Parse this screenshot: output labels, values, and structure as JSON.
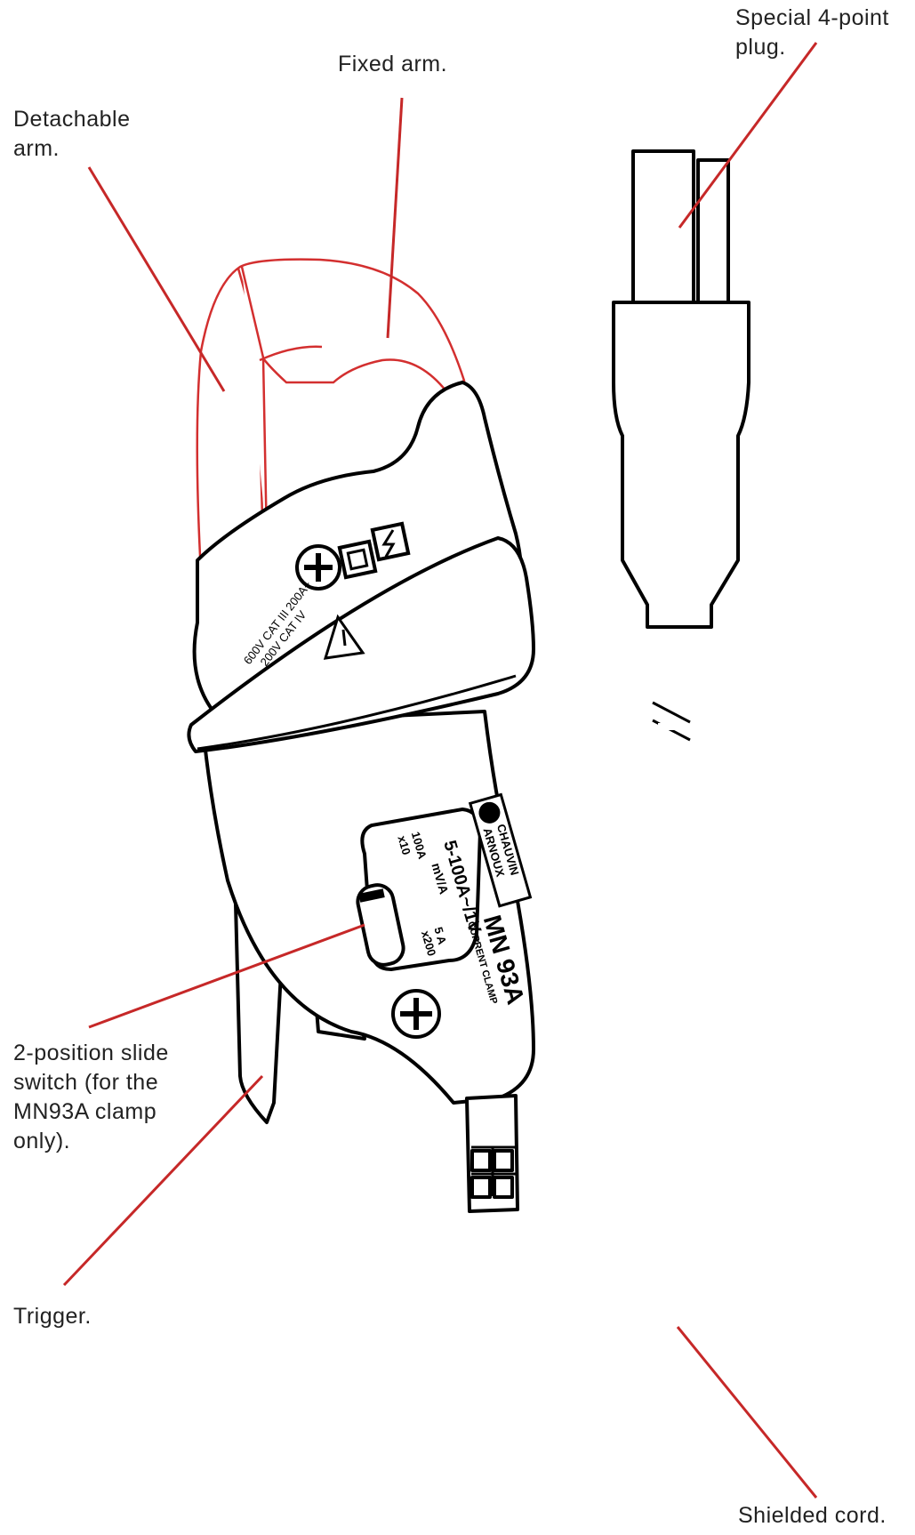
{
  "labels": {
    "fixed_arm": "Fixed arm.",
    "detachable_arm": "Detachable\narm.",
    "plug": "Special 4-point\nplug.",
    "slide_switch": "2-position slide\nswitch (for the\nMN93A clamp\nonly).",
    "trigger": "Trigger.",
    "shielded_cord": "Shielded cord."
  },
  "device": {
    "rating_line1": "600V CAT III   200A~",
    "rating_line2": "200V CAT IV",
    "range": "5-100A~/1V~",
    "switch_top_line1": "100A",
    "switch_top_line2": "x10",
    "switch_unit": "mV/A",
    "switch_bottom_line1": "5 A",
    "switch_bottom_line2": "x200",
    "brand_line1": "CHAUVIN",
    "brand_line2": "ARNOUX",
    "model": "MN 93A",
    "model_sub": "CURRENT CLAMP"
  },
  "colors": {
    "leader": "#c62828",
    "arm_outline": "#d32f2f",
    "body_outline": "#000000"
  }
}
